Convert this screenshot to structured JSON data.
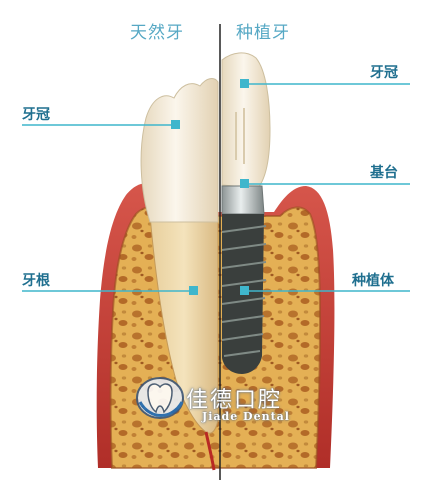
{
  "header": {
    "natural_tooth": "天然牙",
    "implant_tooth": "种植牙"
  },
  "labels": {
    "left_crown": "牙冠",
    "left_root": "牙根",
    "right_crown": "牙冠",
    "abutment": "基台",
    "implant_body": "种植体"
  },
  "watermark": {
    "brand_cn": "佳德口腔",
    "brand_en": "Jiade Dental",
    "logo_icon": "tooth-logo-icon"
  },
  "colors": {
    "label_text": "#1f6f8f",
    "header_text": "#56a8c4",
    "leader_line": "#3fb6cc",
    "gum": "#c8413a",
    "bone": "#e9b85a",
    "enamel": "#f3ead8",
    "implant": "#3a3f3d"
  }
}
